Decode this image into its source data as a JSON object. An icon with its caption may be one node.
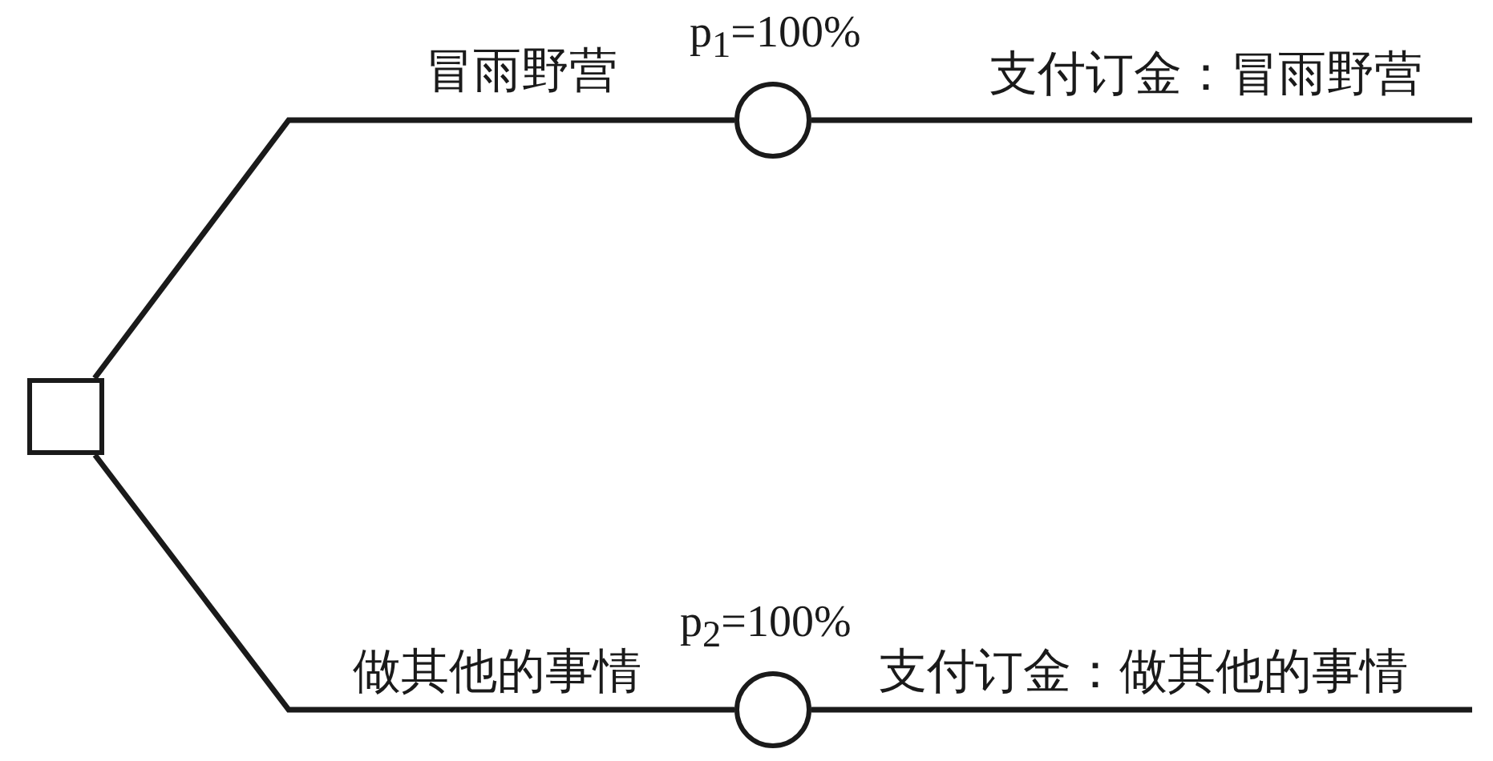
{
  "diagram": {
    "nodes": [
      {
        "text": [],
        "shape": "box"
      },
      {
        "text": [],
        "shape": "circle",
        "beside": [
          "p$_{1}$=100%"
        ]
      },
      {
        "text": [],
        "shape": "circle",
        "beside": [
          "p$_{2}$=100%"
        ]
      }
    ],
    "edges": [
      {
        "from": 0,
        "to": 1,
        "arrow": "none",
        "label": "冒雨野营"
      },
      {
        "from": 1,
        "to": null,
        "arrow": "none",
        "label": "支付订金：冒雨野营"
      },
      {
        "from": 0,
        "to": 2,
        "arrow": "none",
        "label": "做其他的事情"
      },
      {
        "from": 2,
        "to": null,
        "arrow": "none",
        "label": "支付订金：做其他的事情"
      }
    ]
  }
}
